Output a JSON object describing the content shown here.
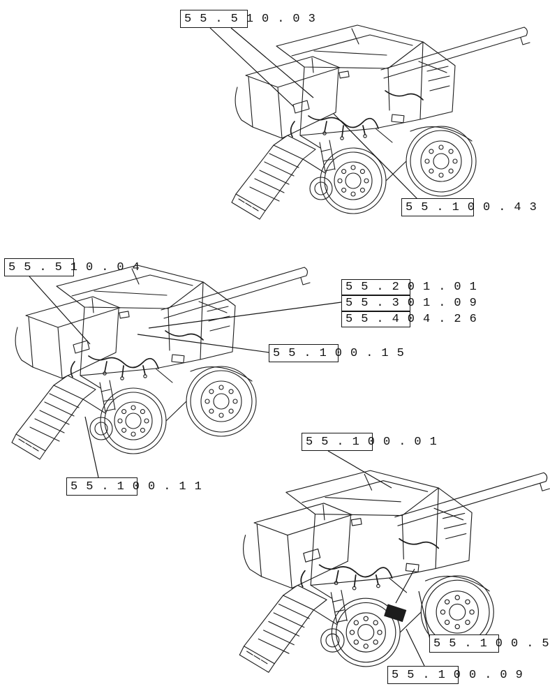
{
  "page": {
    "background": "#ffffff",
    "line_color": "#1c1c1c"
  },
  "figures": [
    {
      "name": "combine-harvester-top",
      "callouts": [
        {
          "label": "55.510.03"
        },
        {
          "label": "55.100.43"
        }
      ]
    },
    {
      "name": "combine-harvester-middle",
      "callouts": [
        {
          "label": "55.510.04"
        },
        {
          "label": "55.201.01"
        },
        {
          "label": "55.301.09"
        },
        {
          "label": "55.404.26"
        },
        {
          "label": "55.100.15"
        },
        {
          "label": "55.100.11"
        }
      ]
    },
    {
      "name": "combine-harvester-bottom",
      "callouts": [
        {
          "label": "55.100.01"
        },
        {
          "label": "55.100.5"
        },
        {
          "label": "55.100.09"
        }
      ]
    }
  ]
}
